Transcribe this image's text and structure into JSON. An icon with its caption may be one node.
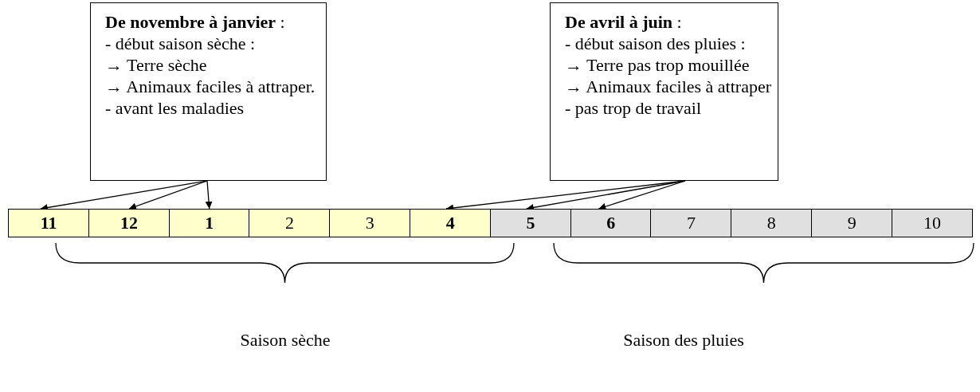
{
  "diagram": {
    "nodes": [
      {
        "text": [
          "**De novembre à janvier** :",
          "- début saison sèche :",
          "→ Terre sèche",
          "→ Animaux faciles à attraper.",
          "- avant les maladies"
        ]
      },
      {
        "text": [
          "**De avril à juin** :",
          "- début saison des pluies :",
          "→ Terre pas trop mouillée",
          "→ Animaux faciles à attraper",
          "- pas trop de travail"
        ]
      },
      {
        "text": [
          "11"
        ]
      },
      {
        "text": [
          "12"
        ]
      },
      {
        "text": [
          "1"
        ]
      },
      {
        "text": [
          "2"
        ]
      },
      {
        "text": [
          "3"
        ]
      },
      {
        "text": [
          "4"
        ]
      },
      {
        "text": [
          "5"
        ]
      },
      {
        "text": [
          "6"
        ]
      },
      {
        "text": [
          "7"
        ]
      },
      {
        "text": [
          "8"
        ]
      },
      {
        "text": [
          "9"
        ]
      },
      {
        "text": [
          "10"
        ]
      }
    ],
    "edges": [
      {
        "from": 0,
        "to": 2,
        "arrow": "to"
      },
      {
        "from": 0,
        "to": 3,
        "arrow": "to"
      },
      {
        "from": 0,
        "to": 4,
        "arrow": "to"
      },
      {
        "from": 1,
        "to": 7,
        "arrow": "to"
      },
      {
        "from": 1,
        "to": 8,
        "arrow": "to"
      },
      {
        "from": 1,
        "to": 9,
        "arrow": "to"
      }
    ],
    "labels": [
      "Saison sèche",
      "Saison des pluies"
    ]
  }
}
